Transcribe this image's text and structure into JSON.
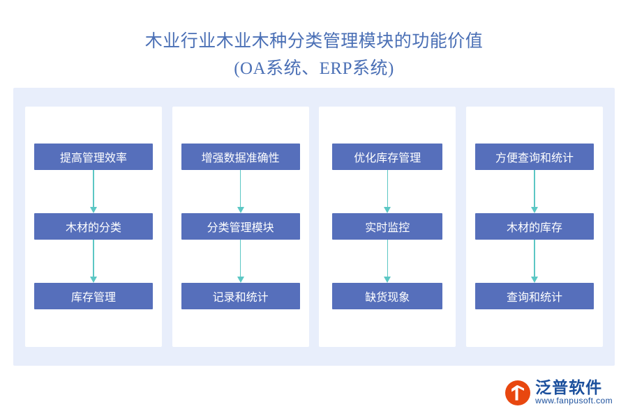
{
  "title": {
    "line1": "木业行业木业木种分类管理模块的功能价值",
    "line2": "(OA系统、ERP系统)"
  },
  "diagram": {
    "columns": [
      {
        "nodes": [
          {
            "label": "提高管理效率"
          },
          {
            "label": "木材的分类"
          },
          {
            "label": "库存管理"
          }
        ]
      },
      {
        "nodes": [
          {
            "label": "增强数据准确性"
          },
          {
            "label": "分类管理模块"
          },
          {
            "label": "记录和统计"
          }
        ]
      },
      {
        "nodes": [
          {
            "label": "优化库存管理"
          },
          {
            "label": "实时监控"
          },
          {
            "label": "缺货现象"
          }
        ]
      },
      {
        "nodes": [
          {
            "label": "方便查询和统计"
          },
          {
            "label": "木材的库存"
          },
          {
            "label": "查询和统计"
          }
        ]
      }
    ]
  },
  "logo": {
    "name": "泛普软件",
    "url": "www.fanpusoft.com"
  },
  "colors": {
    "title": "#4a6fb5",
    "panel_bg": "#e8eefb",
    "node_bg": "#566fbb",
    "node_text": "#ffffff",
    "arrow": "#5bc7c4",
    "logo_mark": "#e8470f",
    "logo_text": "#1b4f9c"
  }
}
